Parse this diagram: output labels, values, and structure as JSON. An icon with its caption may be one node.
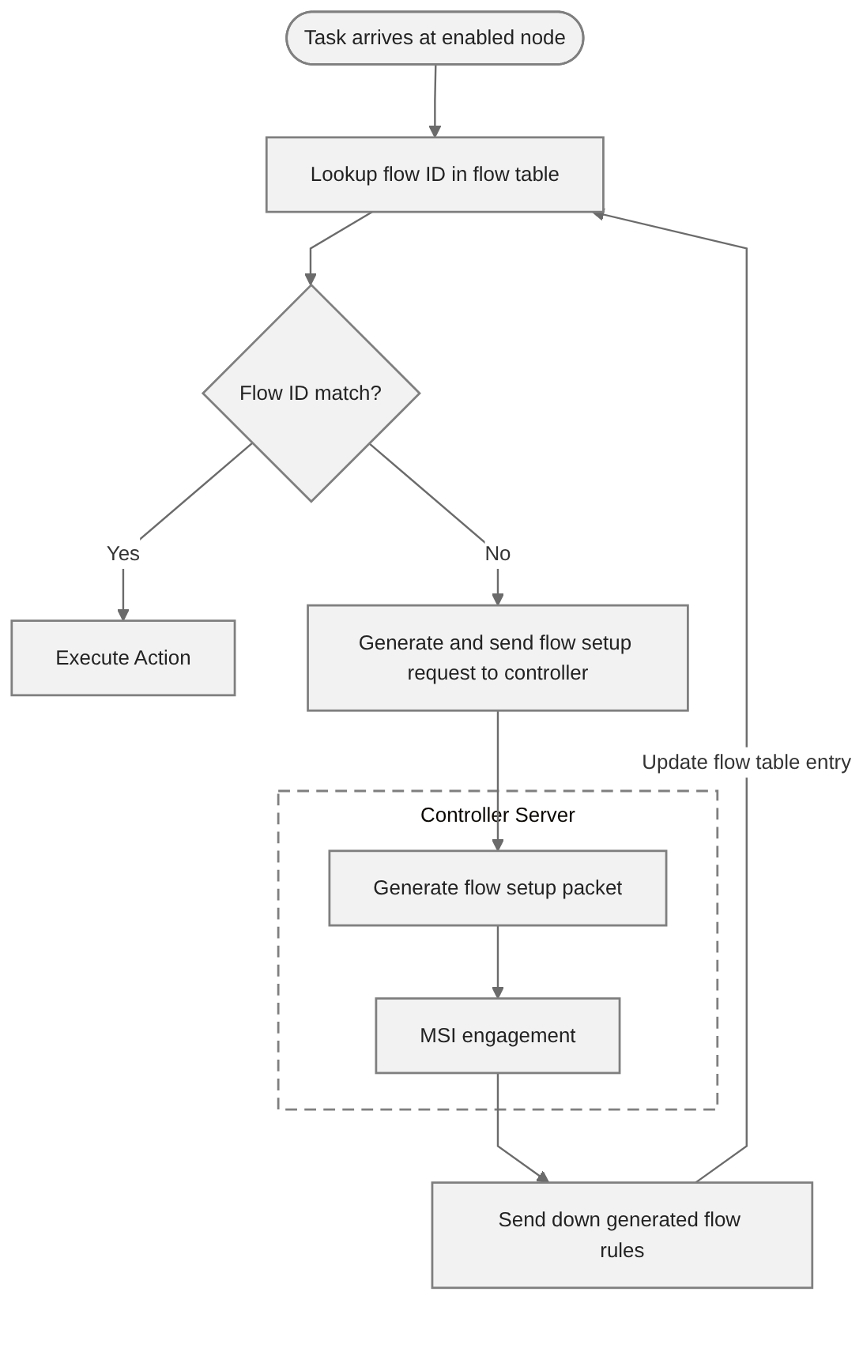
{
  "diagram": {
    "nodes": [
      {
        "text": [
          "Task arrives at enabled node"
        ]
      },
      {
        "text": [
          "Lookup flow ID in flow table"
        ]
      },
      {
        "text": [
          "Send down generated flow rules"
        ]
      },
      {
        "text": [
          "Controller Server"
        ]
      },
      {
        "text": [
          "MSI engagement"
        ],
        "in": 3
      },
      {
        "text": [
          "Generate flow setup packet"
        ],
        "in": 3
      },
      {
        "text": [
          "Flow ID match?"
        ]
      },
      {
        "text": [
          "Execute Action"
        ]
      },
      {
        "text": [
          "Generate and send flow setup request to controller"
        ]
      }
    ],
    "edges": [
      {
        "from": 0,
        "to": 1,
        "arrow": "to"
      },
      {
        "from": 2,
        "to": 1,
        "arrow": "to",
        "label": "Update flow table entry"
      },
      {
        "from": 4,
        "to": 2,
        "arrow": "to"
      },
      {
        "from": 5,
        "to": 4,
        "arrow": "to"
      },
      {
        "from": 1,
        "to": 6,
        "arrow": "to"
      },
      {
        "from": 6,
        "to": 8,
        "arrow": "to",
        "label": "No"
      },
      {
        "from": 6,
        "to": 7,
        "arrow": "to",
        "label": "Yes"
      },
      {
        "from": 8,
        "to": 5,
        "arrow": "to"
      }
    ]
  }
}
